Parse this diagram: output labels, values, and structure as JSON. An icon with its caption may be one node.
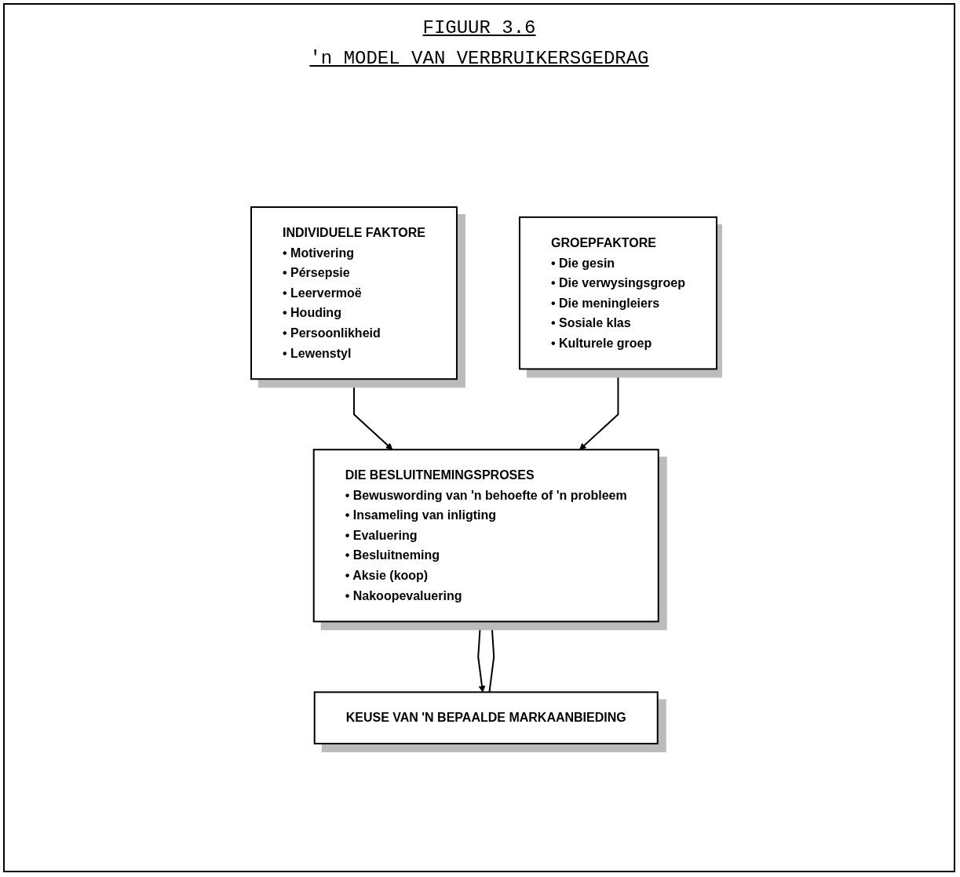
{
  "diagram": {
    "title": "FIGUUR 3.6",
    "caption": "'n MODEL VAN VERBRUIKERSGEDRAG",
    "nodes": [
      {
        "text": [
          "INDIVIDUELE FAKTORE",
          "• Motivering",
          "• Pérsepsie",
          "• Leervermoë",
          "• Houding",
          "• Persoonlikheid",
          "• Lewenstyl"
        ]
      },
      {
        "text": [
          "GROEPFAKTORE",
          "• Die gesin",
          "• Die verwysingsgroep",
          "• Die meningleiers",
          "• Sosiale klas",
          "• Kulturele groep"
        ]
      },
      {
        "text": [
          "DIE BESLUITNEMINGSPROSES",
          "• Bewuswording van 'n behoefte of 'n probleem",
          "• Insameling van inligting",
          "• Evaluering",
          "• Besluitneming",
          "• Aksie (koop)",
          "• Nakoopevaluering"
        ]
      },
      {
        "text": [
          "KEUSE VAN 'N BEPAALDE MARKAANBIEDING"
        ]
      }
    ],
    "edges": [
      {
        "from": 0,
        "to": 2,
        "arrow": "to"
      },
      {
        "from": 1,
        "to": 2,
        "arrow": "to"
      },
      {
        "from": 2,
        "to": 3,
        "arrow": "to"
      },
      {
        "from": 3,
        "to": 2,
        "arrow": "to"
      }
    ]
  }
}
